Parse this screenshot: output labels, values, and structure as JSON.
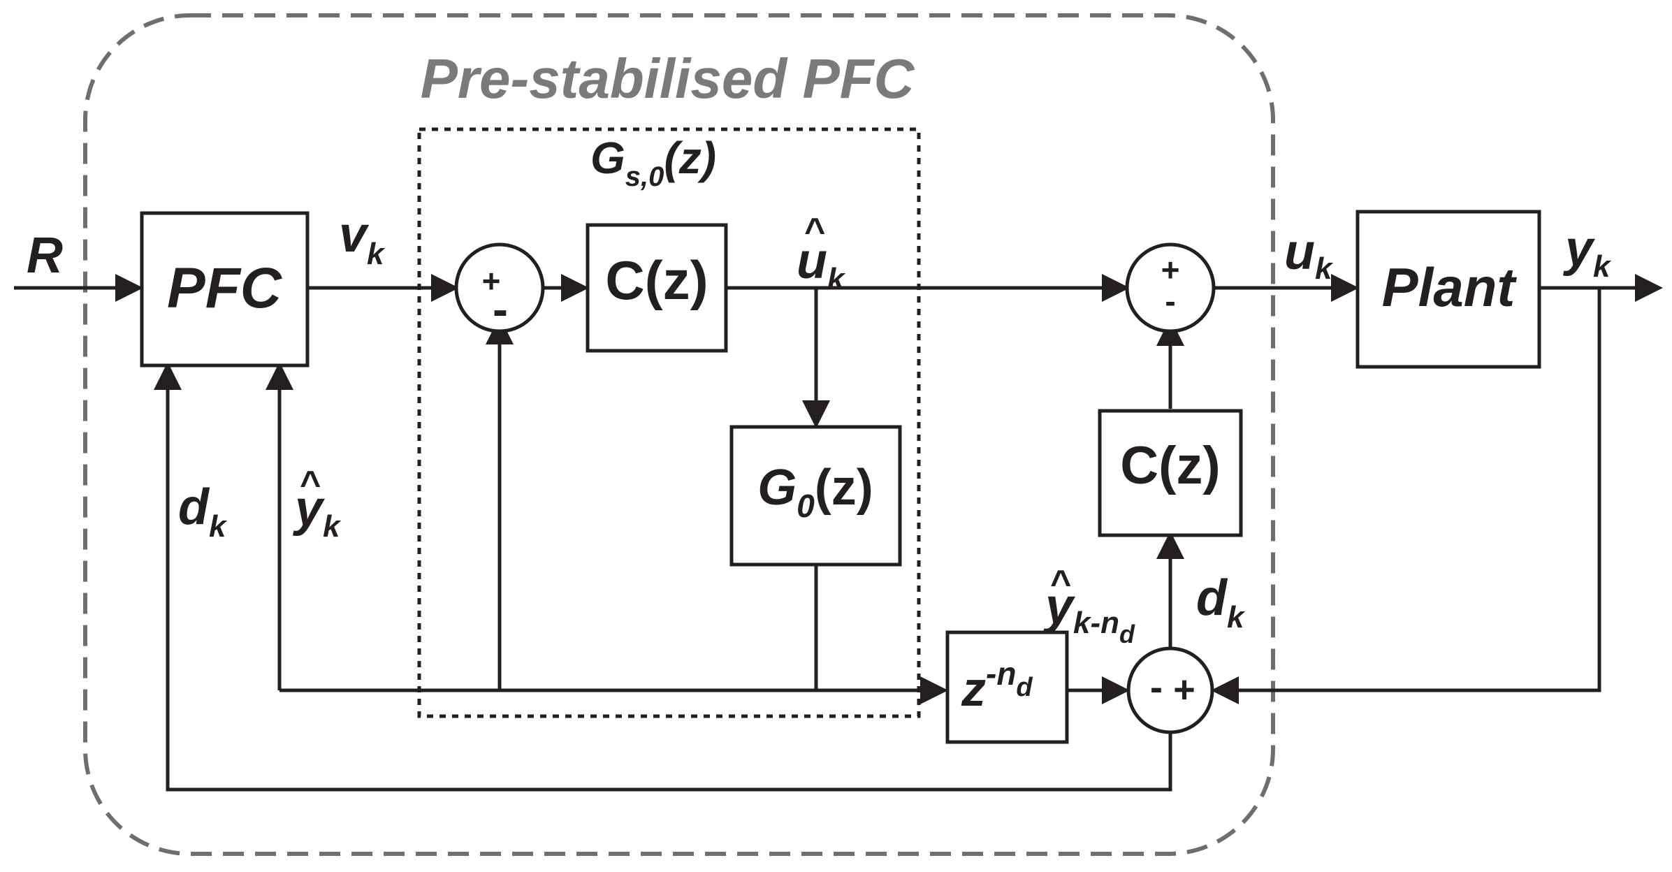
{
  "title": "Pre-stabilised PFC",
  "colors": {
    "ink": "#231f20",
    "outer_border": "#6e6e6e",
    "title": "#7a7a7a"
  },
  "inner_group": {
    "label_main": "G",
    "label_sub": "s,0",
    "label_tail": "(z)"
  },
  "blocks": {
    "pfc": "PFC",
    "controller_forward": "C(z)",
    "model": {
      "main": "G",
      "sub": "0",
      "tail": "(z)"
    },
    "controller_feedback": "C(z)",
    "delay": {
      "main": "z",
      "sup": "-n",
      "sup_sub": "d"
    },
    "plant": "Plant"
  },
  "summing_junctions": {
    "inner": {
      "top": "+",
      "bottom": "-"
    },
    "output": {
      "top": "+",
      "bottom": "-"
    },
    "disturbance": {
      "left": "-",
      "right": "+"
    }
  },
  "signals": {
    "reference": "R",
    "v": {
      "main": "v",
      "sub": "k"
    },
    "u_hat": {
      "main": "u",
      "sub": "k",
      "hat": "^"
    },
    "u": {
      "main": "u",
      "sub": "k"
    },
    "y": {
      "main": "y",
      "sub": "k"
    },
    "d_left": {
      "main": "d",
      "sub": "k"
    },
    "y_hat": {
      "main": "y",
      "sub": "k",
      "hat": "^"
    },
    "y_hat_delayed": {
      "main": "y",
      "sub": "k-n",
      "sub_sub": "d",
      "hat": "^"
    },
    "d_right": {
      "main": "d",
      "sub": "k"
    }
  }
}
